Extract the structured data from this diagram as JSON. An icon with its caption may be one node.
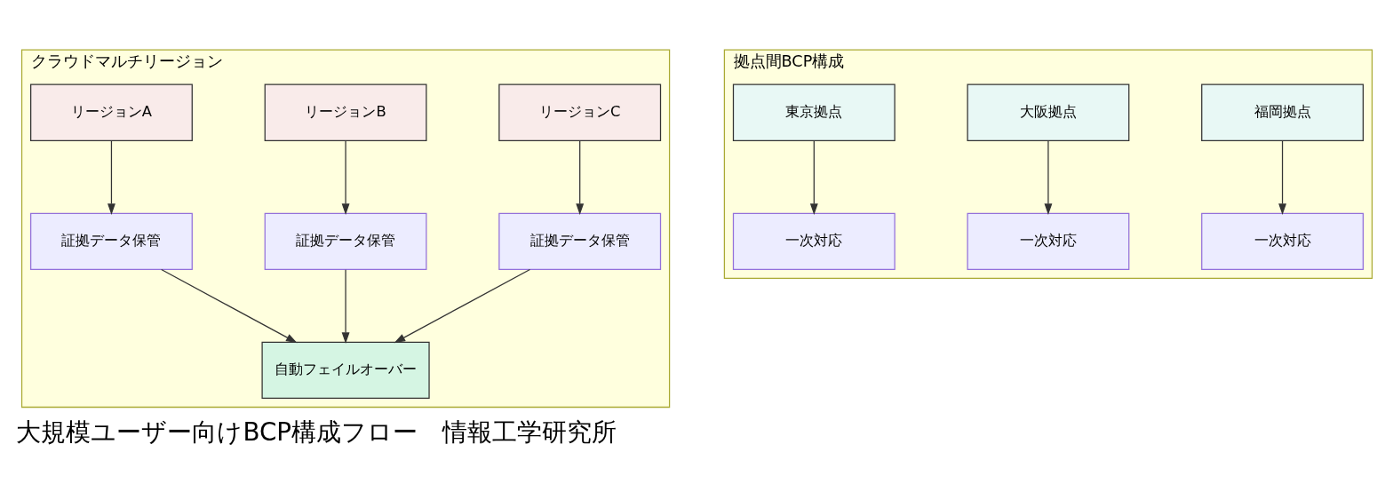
{
  "diagram": {
    "title": "大規模ユーザー向けBCP構成フロー　情報工学研究所",
    "nodes": [
      {
        "text": [
          "クラウドマルチリージョン"
        ]
      },
      {
        "text": [
          "リージョンA"
        ],
        "in": 0
      },
      {
        "text": [
          "リージョンB"
        ],
        "in": 0
      },
      {
        "text": [
          "リージョンC"
        ],
        "in": 0
      },
      {
        "text": [
          "証拠データ保管"
        ],
        "in": 0
      },
      {
        "text": [
          "証拠データ保管"
        ],
        "in": 0
      },
      {
        "text": [
          "証拠データ保管"
        ],
        "in": 0
      },
      {
        "text": [
          "自動フェイルオーバー"
        ],
        "in": 0
      },
      {
        "text": [
          "拠点間BCP構成"
        ]
      },
      {
        "text": [
          "東京拠点"
        ],
        "in": 8
      },
      {
        "text": [
          "大阪拠点"
        ],
        "in": 8
      },
      {
        "text": [
          "福岡拠点"
        ],
        "in": 8
      },
      {
        "text": [
          "一次対応"
        ],
        "in": 8
      },
      {
        "text": [
          "一次対応"
        ],
        "in": 8
      },
      {
        "text": [
          "一次対応"
        ],
        "in": 8
      }
    ],
    "edges": [
      {
        "from": 1,
        "to": 4,
        "arrow": "to"
      },
      {
        "from": 2,
        "to": 5,
        "arrow": "to"
      },
      {
        "from": 3,
        "to": 6,
        "arrow": "to"
      },
      {
        "from": 4,
        "to": 7,
        "arrow": "to"
      },
      {
        "from": 5,
        "to": 7,
        "arrow": "to"
      },
      {
        "from": 6,
        "to": 7,
        "arrow": "to"
      },
      {
        "from": 9,
        "to": 12,
        "arrow": "to"
      },
      {
        "from": 10,
        "to": 13,
        "arrow": "to"
      },
      {
        "from": 11,
        "to": 14,
        "arrow": "to"
      }
    ]
  }
}
